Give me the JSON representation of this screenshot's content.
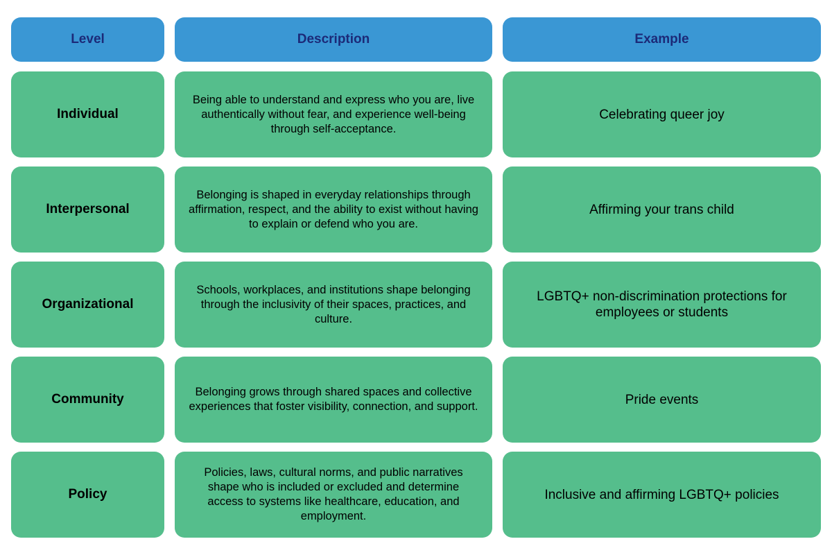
{
  "headers": {
    "level": "Level",
    "description": "Description",
    "example": "Example"
  },
  "rows": [
    {
      "level": "Individual",
      "description": "Being able to understand and express who you are, live authentically without fear, and experience well-being through self-acceptance.",
      "example": "Celebrating queer joy"
    },
    {
      "level": "Interpersonal",
      "description": "Belonging is shaped in everyday relationships through affirmation, respect, and the ability to exist without having to explain or defend who you are.",
      "example": "Affirming your trans child"
    },
    {
      "level": "Organizational",
      "description": "Schools, workplaces, and institutions shape belonging through the inclusivity of their spaces, practices, and culture.",
      "example": "LGBTQ+ non-discrimination protections for employees or students"
    },
    {
      "level": "Community",
      "description": "Belonging grows through shared spaces and collective experiences that foster visibility, connection, and support.",
      "example": "Pride events"
    },
    {
      "level": "Policy",
      "description": "Policies, laws, cultural norms, and public narratives shape who is included or excluded and determine access to systems like healthcare, education, and employment.",
      "example": "Inclusive and affirming LGBTQ+ policies"
    }
  ],
  "colors": {
    "header_bg": "#3a97d4",
    "header_text": "#1c2a78",
    "cell_bg": "#55be8c",
    "cell_text": "#000000"
  }
}
